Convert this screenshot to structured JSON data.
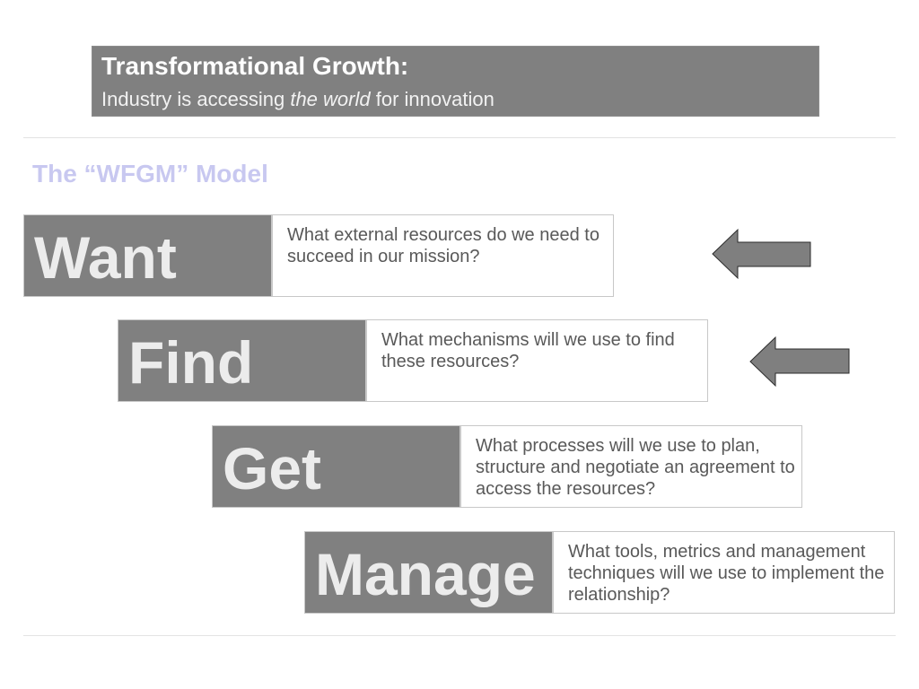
{
  "header": {
    "title": "Transformational Growth:",
    "subtitle": {
      "before": "Industry is accessing",
      "emphasis": "the world",
      "after": "for innovation"
    }
  },
  "model_title": "The “WFGM” Model",
  "steps": [
    {
      "label": "Want",
      "question": "What external resources do we need to succeed in our mission?"
    },
    {
      "label": "Find",
      "question": "What mechanisms will we use to find these resources?"
    },
    {
      "label": "Get",
      "question": "What processes will we use to plan, structure and negotiate an agreement to access the resources?"
    },
    {
      "label": "Manage",
      "question": "What tools, metrics and management techniques will we use to implement the relationship?"
    }
  ],
  "arrows": [
    {
      "icon": "left-arrow-icon"
    },
    {
      "icon": "left-arrow-icon"
    }
  ],
  "colors": {
    "header_fill": "#808080",
    "step_fill": "#808080",
    "step_label_text": "#ececec",
    "model_title": "#c8c8f0",
    "question_text": "#595959",
    "arrow_fill": "#7f7f7f"
  }
}
